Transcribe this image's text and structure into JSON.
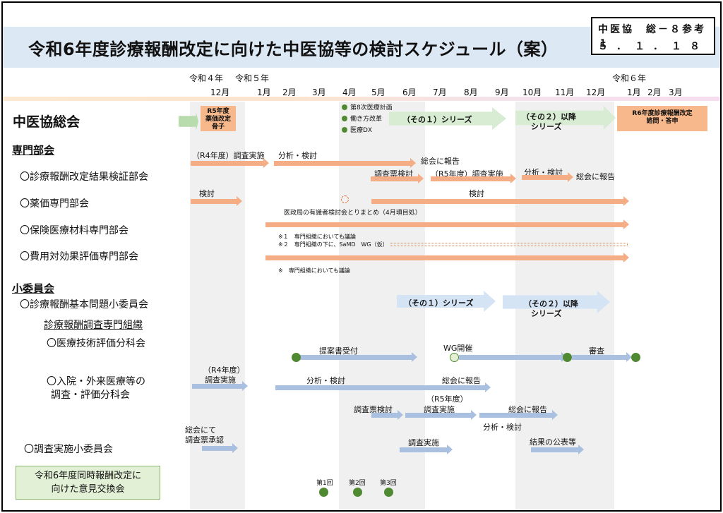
{
  "title": "令和6年度診療報酬改定に向けた中医協等の検討スケジュール（案）",
  "reference": {
    "line1": "中医協　総－８参考１",
    "line2": "５．１．１８"
  },
  "timeline": {
    "era1": "令和４年",
    "era2": "令和５年",
    "era3": "令和６年",
    "months": [
      "12月",
      "1月",
      "2月",
      "3月",
      "4月",
      "5月",
      "6月",
      "7月",
      "8月",
      "9月",
      "10月",
      "11月",
      "12月",
      "1月",
      "2月",
      "3月"
    ]
  },
  "sections": {
    "sokai": "中医協総会",
    "senmon": "専門部会",
    "shoiin": "小委員会"
  },
  "rows": {
    "kensho": "〇診療報酬改定結果検証部会",
    "yakka": "〇薬価専門部会",
    "hoken": "〇保険医療材料専門部会",
    "hiyou": "〇費用対効果評価専門部会",
    "kihon": "〇診療報酬基本問題小委員会",
    "chousa_org": "診療報酬調査専門組織",
    "gijutsu": "〇医療技術評価分科会",
    "nyuin1": "〇入院・外来医療等の",
    "nyuin2": "調査・評価分科会",
    "jisshi": "〇調査実施小委員会"
  },
  "sokai": {
    "r5_1": "R5年度",
    "r5_2": "薬価改定",
    "r5_3": "骨子",
    "topics": [
      "第8次医療計画",
      "働き方改革",
      "医療DX"
    ],
    "series1": "（その１）シリーズ",
    "series2a": "（その２）以降",
    "series2b": "シリーズ",
    "r6_1": "R6年度診療報酬改定",
    "r6_2": "諮問・答申"
  },
  "kensho": {
    "a": "（R4年度）調査実施",
    "b": "分析・検討",
    "c": "総会に報告",
    "d": "調査票検討",
    "e": "（R5年度）調査実施",
    "f": "分析・検討",
    "g": "総会に報告"
  },
  "yakka": {
    "a": "検討",
    "b": "検討",
    "note": "医政局の有識者検討会とりまとめ（4月頃目処）"
  },
  "hoken": {
    "n1": "※１　専門組織においても議論",
    "n2": "※２　専門組織の下に、SaMD　WG（仮）"
  },
  "hiyou": {
    "n1": "※　専門組織においても議論"
  },
  "kihon": {
    "s1": "（その１）シリーズ",
    "s2a": "（その２）以降",
    "s2b": "シリーズ"
  },
  "gijutsu": {
    "a": "提案書受付",
    "b": "WG開催",
    "c": "審査"
  },
  "nyuin": {
    "a1": "（R4年度）",
    "a2": "調査実施",
    "b": "分析・検討",
    "c": "総会に報告",
    "d": "調査票検討",
    "e1": "（R5年度）",
    "e2": "調査実施",
    "f": "総会に報告",
    "g": "分析・検討"
  },
  "jisshi": {
    "a1": "総会にて",
    "a2": "調査票承認",
    "b": "調査実施",
    "c": "結果の公表等"
  },
  "opinion": {
    "l1": "令和6年度同時報酬改定に",
    "l2": "向けた意見交換会",
    "rounds": [
      "第1回",
      "第2回",
      "第3回"
    ]
  }
}
